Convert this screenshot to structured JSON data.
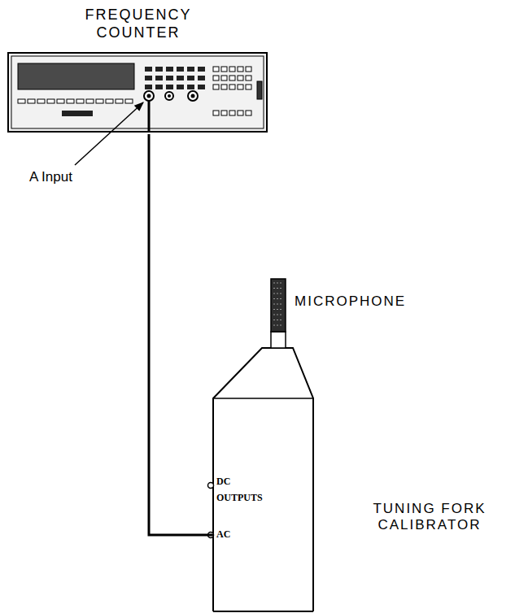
{
  "diagram": {
    "nodes": [
      {
        "text": [
          "FREQUENCY COUNTER"
        ]
      },
      {
        "text": [
          "TUNING FORK CALIBRATOR",
          "DC",
          "OUTPUTS",
          "AC"
        ]
      }
    ],
    "edges": [
      {
        "from": 0,
        "to": 1,
        "arrow": "none"
      }
    ],
    "labels": [
      "A Input",
      "MICROPHONE"
    ]
  }
}
